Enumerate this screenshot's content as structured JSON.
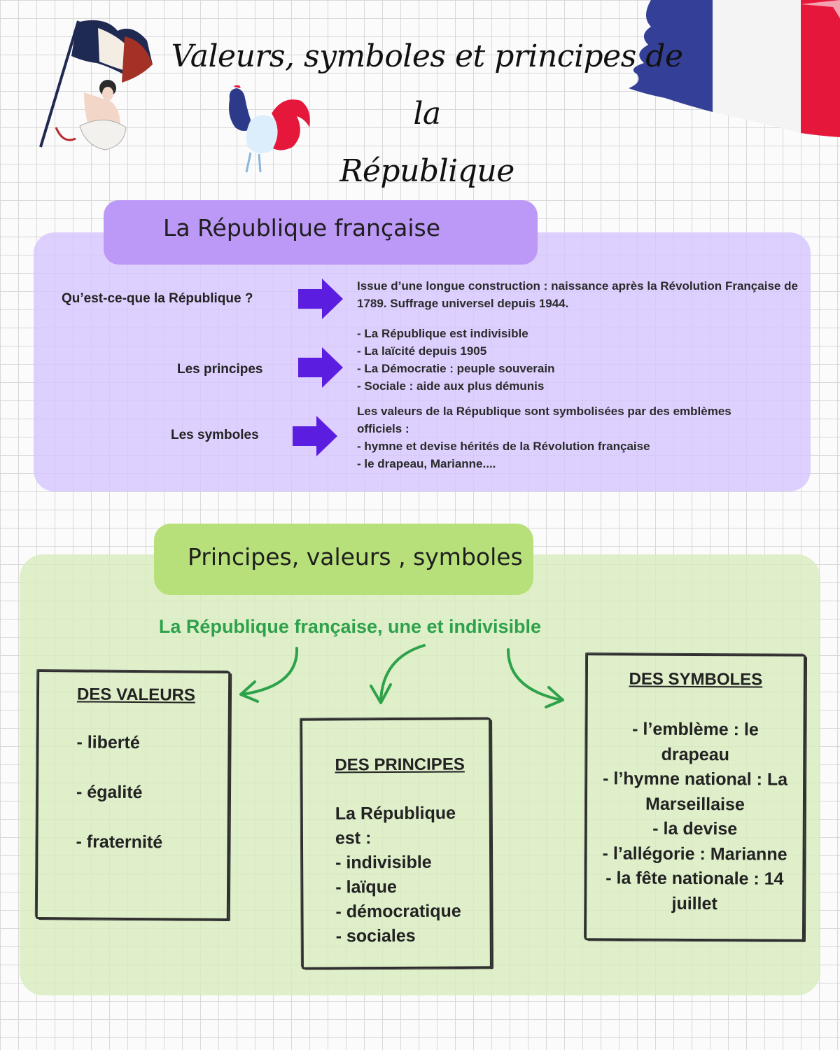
{
  "header": {
    "title_line1": "Valeurs, symboles et principes de la",
    "title_line2": "République"
  },
  "section1": {
    "tab_title": "La République française",
    "rows": [
      {
        "label": "Qu’est-ce-que la République ?",
        "text": "Issue d’une longue construction : naissance après la Révolution Française de 1789. Suffrage universel depuis 1944."
      },
      {
        "label": "Les principes",
        "lines": [
          "- La République est indivisible",
          "- La laïcité depuis 1905",
          "- La Démocratie : peuple souverain",
          "- Sociale : aide aux plus démunis"
        ]
      },
      {
        "label": "Les symboles",
        "lines": [
          "Les valeurs de la République sont symbolisées par des emblèmes officiels :",
          "- hymne et devise hérités de la Révolution française",
          "- le drapeau, Marianne...."
        ]
      }
    ]
  },
  "section2": {
    "tab_title": "Principes, valeurs , symboles",
    "subtitle": "La République française, une et indivisible",
    "valeurs": {
      "heading": "DES VALEURS",
      "items": [
        "- liberté",
        "- égalité",
        "- fraternité"
      ]
    },
    "principes": {
      "heading": "DES PRINCIPES",
      "lines": [
        "La République",
        "est :",
        "- indivisible",
        "- laïque",
        "- démocratique",
        "- sociales"
      ]
    },
    "symboles": {
      "heading": "DES SYMBOLES",
      "lines": [
        "- l’emblème : le",
        "drapeau",
        "- l’hymne national : La",
        "Marseillaise",
        "- la devise",
        "- l’allégorie : Marianne",
        "- la fête nationale : 14",
        "juillet"
      ]
    }
  },
  "colors": {
    "purple_panel": "#d6c4ff",
    "purple_tab": "#bc98f7",
    "arrow_purple": "#5b1de0",
    "green_panel": "#d8ecbe",
    "green_tab": "#b8e07a",
    "green_text": "#2ea24a",
    "flag_blue": "#343f97",
    "flag_red": "#e5183b"
  },
  "icons": [
    "marianne-illustration",
    "rooster-illustration",
    "french-flag-brush",
    "arrow-right-icon",
    "curved-arrow-icon"
  ]
}
